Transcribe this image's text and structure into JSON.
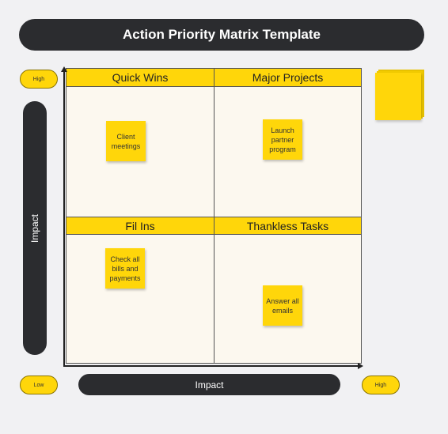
{
  "title": "Action Priority Matrix Template",
  "pills": {
    "high_top": "High",
    "low": "Low",
    "high_right": "High"
  },
  "axis": {
    "vertical_label": "Impact",
    "horizontal_label": "Impact"
  },
  "quadrants": {
    "top_left": "Quick Wins",
    "top_right": "Major Projects",
    "bottom_left": "Fil Ins",
    "bottom_right": "Thankless Tasks"
  },
  "notes": {
    "client": "Client meetings",
    "launch": "Launch partner program",
    "bills": "Check all bills and payments",
    "emails": "Answer all emails"
  },
  "colors": {
    "accent": "#ffd60a",
    "dark": "#2b2c2f",
    "canvas": "#fcf8ef"
  }
}
